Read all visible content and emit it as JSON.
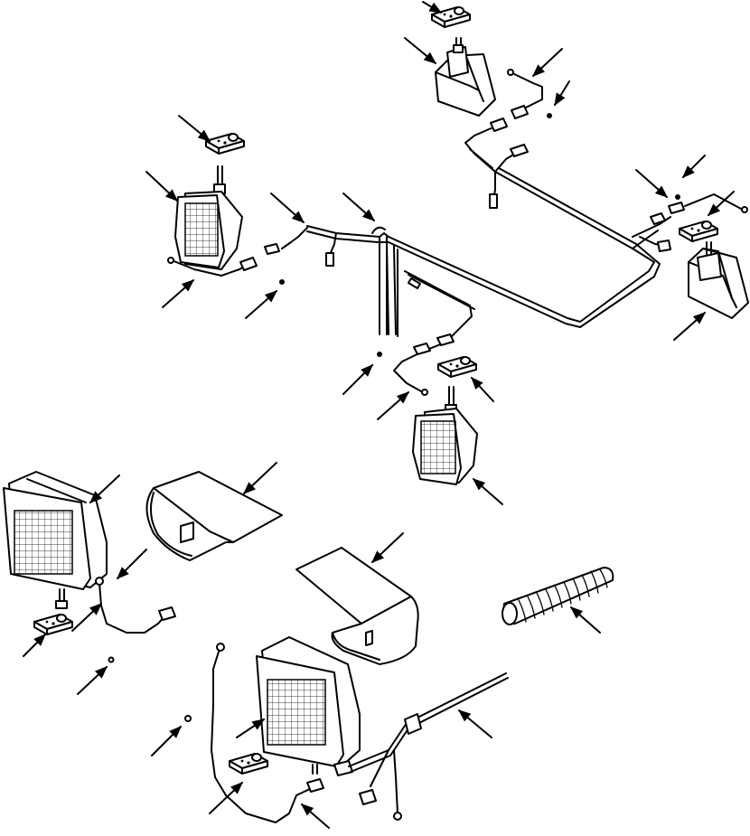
{
  "diagram": {
    "kind": "exploded-parts-illustration",
    "colors": {
      "ink": "#000000",
      "paper": "#ffffff"
    },
    "parts": [
      "floodlight-rear-right",
      "floodlight-rear-left",
      "floodlight-front-left",
      "floodlight-front-right",
      "floodlight-large-left",
      "floodlight-large-center",
      "mounting-bracket",
      "wiring-harness-main",
      "wiring-harness-branch",
      "connector",
      "grommet",
      "light-guard-left",
      "light-guard-center",
      "convoluted-tubing",
      "harness-lead"
    ],
    "callout_count": 27
  }
}
